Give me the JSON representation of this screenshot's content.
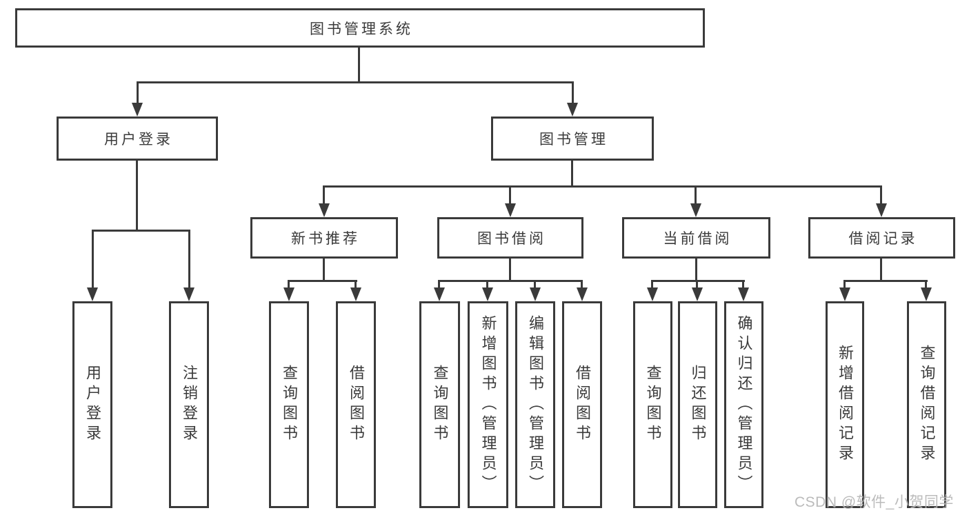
{
  "nodes": {
    "root": "图书管理系统",
    "user_login": "用户登录",
    "book_management": "图书管理",
    "new_book_recommend": "新书推荐",
    "book_borrowing": "图书借阅",
    "current_borrowing": "当前借阅",
    "borrowing_records": "借阅记录",
    "leaf_user_login": "用户登录",
    "leaf_logout": "注销登录",
    "leaf_nb_query_books": "查询图书",
    "leaf_nb_borrow_books": "借阅图书",
    "leaf_bb_query_books": "查询图书",
    "leaf_bb_add_books": "新增图书（管理员）",
    "leaf_bb_edit_books": "编辑图书（管理员）",
    "leaf_bb_borrow_books": "借阅图书",
    "leaf_cb_query_books": "查询图书",
    "leaf_cb_return_books": "归还图书",
    "leaf_cb_confirm_return": "确认归还（管理员）",
    "leaf_br_add_record": "新增借阅记录",
    "leaf_br_query_record": "查询借阅记录"
  },
  "watermark": "CSDN @软件_小贺同学",
  "colors": {
    "line": "#3a3a3a",
    "text": "#3a3a3a",
    "watermark": "#b0b0b0",
    "background": "#ffffff"
  }
}
